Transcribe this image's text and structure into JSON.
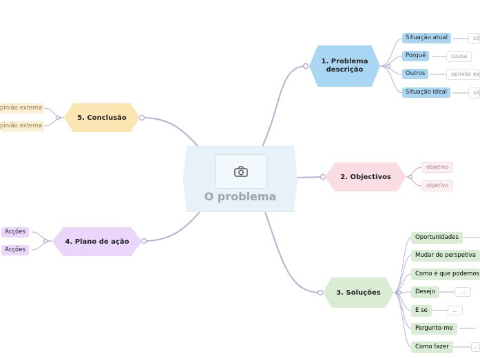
{
  "central": {
    "title": "O problema",
    "icon": "camera-icon"
  },
  "branches": {
    "b1": {
      "label": "1. Problema descrição",
      "items": [
        "Situação atual",
        "Porquê",
        "Outros",
        "Situação ideal"
      ],
      "details": [
        "situ",
        "causa",
        "opinião exte",
        "situ"
      ]
    },
    "b2": {
      "label": "2. Objectivos",
      "items": [
        "objetivo",
        "objetivo"
      ]
    },
    "b3": {
      "label": "3. Soluções",
      "items": [
        "Oportunidades",
        "Mudar de perspetiva",
        "Como é que podemos",
        "Desejo",
        "E se",
        "Pergunto-me",
        "Como fazer"
      ],
      "details": [
        "...",
        "...",
        "..."
      ]
    },
    "b4": {
      "label": "4. Plano de ação",
      "items": [
        "Acções",
        "Acções"
      ]
    },
    "b5": {
      "label": "5. Conclusão",
      "items": [
        "pinião externa",
        "pinião externa"
      ]
    }
  },
  "colors": {
    "b1": "#a9d7f3",
    "b1_chip": "#a9d7f3",
    "b2": "#f9dde3",
    "b2_text": "#b07584",
    "b3": "#d9ecd4",
    "b4": "#ead6fb",
    "b5": "#fbe5b2",
    "central_bg": "#e6f2f7",
    "connector": "#b7afd3"
  }
}
